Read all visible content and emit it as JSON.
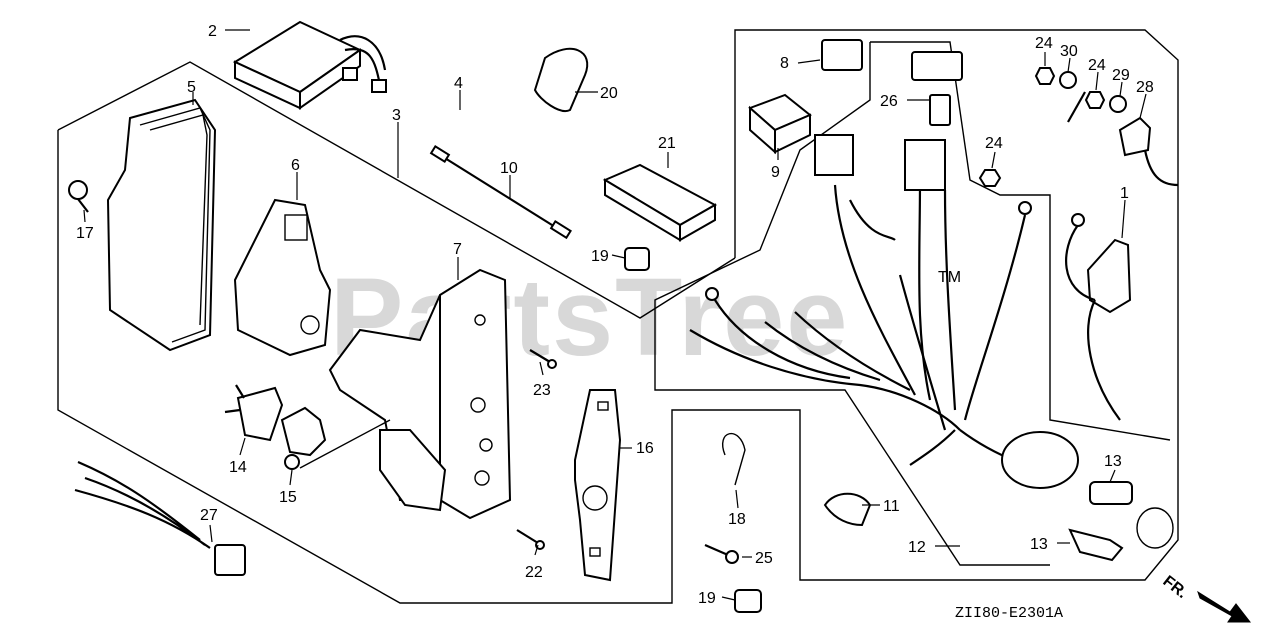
{
  "watermark": "PartsTree",
  "watermark_tm": "TM",
  "diagram_code": "ZII80-E2301A",
  "front_indicator": "FR.",
  "callouts": {
    "c1": "1",
    "c2": "2",
    "c3": "3",
    "c4": "4",
    "c5": "5",
    "c6": "6",
    "c7": "7",
    "c8": "8",
    "c9": "9",
    "c10": "10",
    "c11": "11",
    "c12": "12",
    "c13a": "13",
    "c13b": "13",
    "c14": "14",
    "c15": "15",
    "c16": "16",
    "c17": "17",
    "c18": "18",
    "c19a": "19",
    "c19b": "19",
    "c20": "20",
    "c21": "21",
    "c22": "22",
    "c23": "23",
    "c24a": "24",
    "c24b": "24",
    "c24c": "24",
    "c25": "25",
    "c26": "26",
    "c27": "27",
    "c28": "28",
    "c29": "29",
    "c30": "30"
  }
}
